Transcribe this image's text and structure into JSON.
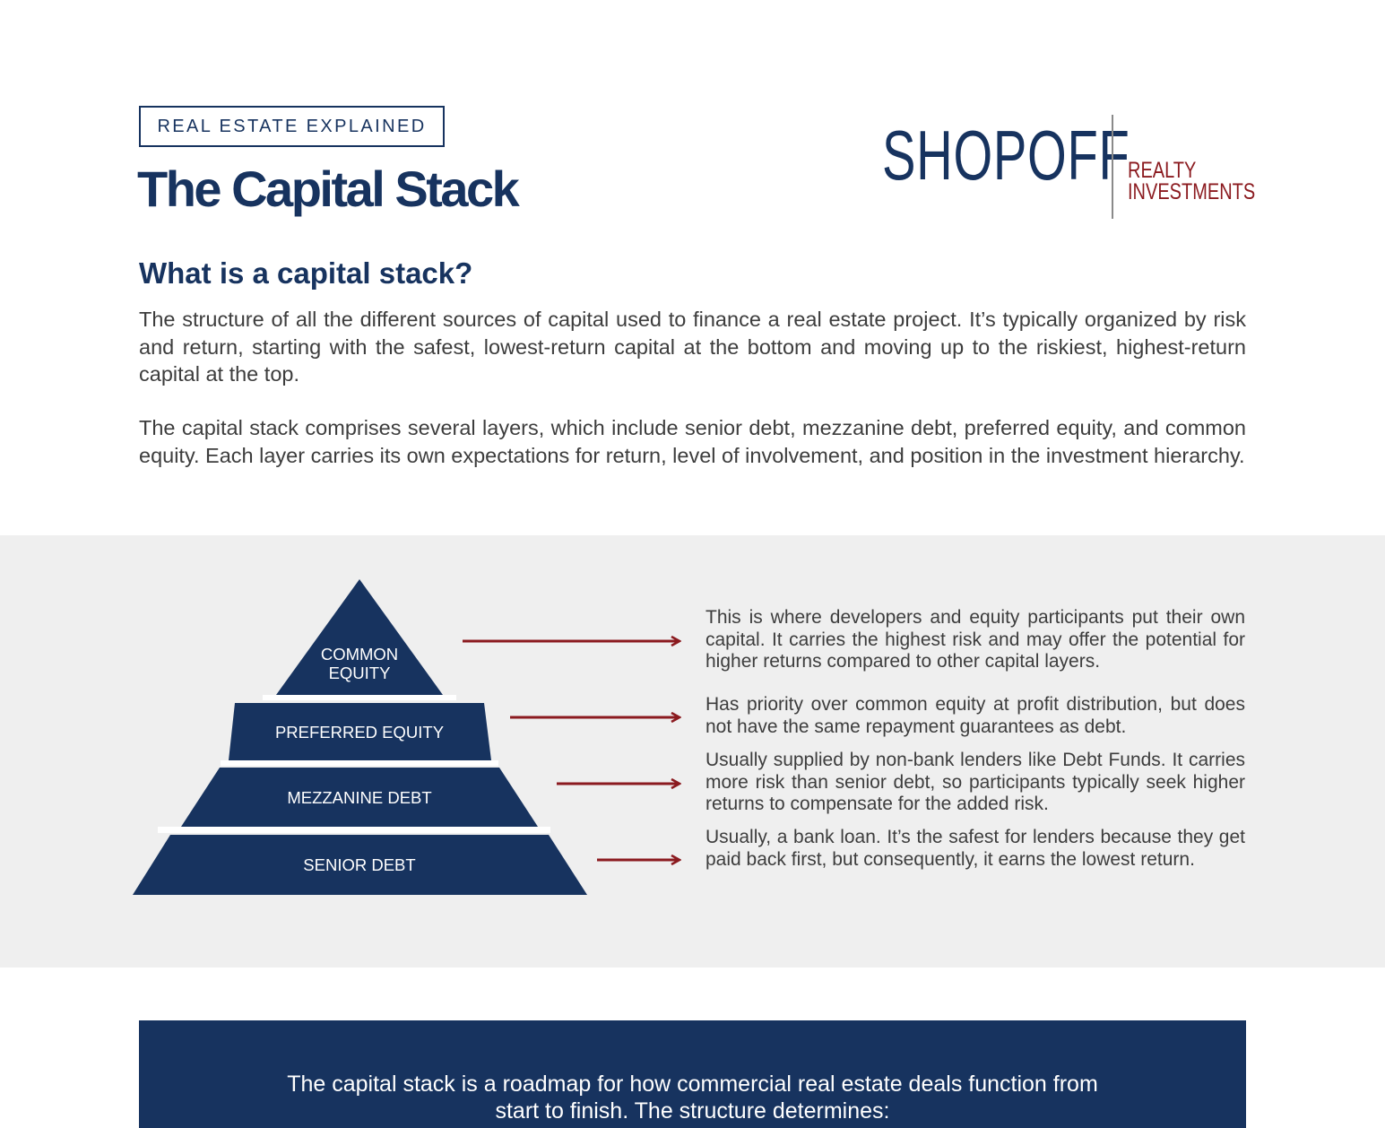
{
  "header": {
    "tag": "REAL ESTATE EXPLAINED",
    "title": "The Capital Stack",
    "logo": {
      "main": "SHOPOFF",
      "sub_line1": "REALTY",
      "sub_line2": "INVESTMENTS"
    }
  },
  "intro": {
    "heading": "What is a capital stack?",
    "paragraph1": "The structure of all the different sources of capital used to finance a real estate project. It’s typically organized by risk and return, starting with the safest, lowest-return capital at the bottom and moving up to the riskiest, highest-return capital at the top.",
    "paragraph2": "The capital stack comprises several layers, which include senior debt, mezzanine debt, preferred equity, and common equity. Each layer carries its own expectations for return, level of involvement, and position in the investment hierarchy."
  },
  "pyramid": {
    "layers": [
      {
        "label_line1": "COMMON",
        "label_line2": "EQUITY",
        "description": "This is where developers and equity participants put their own capital. It carries the highest risk and may offer the potential for higher returns compared to other capital layers."
      },
      {
        "label": "PREFERRED EQUITY",
        "description": "Has priority over common equity at profit distribution, but does not have the same repayment guarantees as debt."
      },
      {
        "label": "MEZZANINE DEBT",
        "description": "Usually supplied by non-bank lenders like Debt Funds. It carries more risk than senior debt, so participants typically seek higher returns to compensate for the added risk."
      },
      {
        "label": "SENIOR DEBT",
        "description": "Usually, a bank loan. It’s the safest for lenders because they get paid back first, but consequently, it earns the lowest return."
      }
    ]
  },
  "banner": {
    "line1": "The capital stack is a roadmap for how commercial real estate deals function from",
    "line2": "start to finish. The structure determines:"
  },
  "colors": {
    "navy": "#17335f",
    "maroon": "#8b1a1f",
    "gray_band": "#efefef",
    "body_text": "#3d3d3d"
  }
}
